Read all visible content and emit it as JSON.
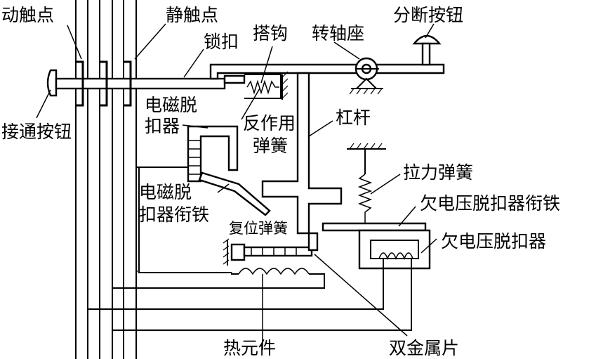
{
  "labels": {
    "moving_contact": "动触点",
    "static_contact": "静触点",
    "latch": "锁扣",
    "hook": "搭钩",
    "pivot_seat": "转轴座",
    "break_button": "分断按钮",
    "close_button": "接通按钮",
    "em_release_line1": "电磁脱",
    "em_release_line2": "扣器",
    "reaction_spring_line1": "反作用",
    "reaction_spring_line2": "弹簧",
    "lever": "杠杆",
    "tension_spring": "拉力弹簧",
    "uv_armature": "欠电压脱扣器衔铁",
    "uv_release": "欠电压脱扣器",
    "em_armature_line1": "电磁脱",
    "em_armature_line2": "扣器衔铁",
    "reset_spring": "复位弹簧",
    "heater": "热元件",
    "bimetal": "双金属片"
  }
}
